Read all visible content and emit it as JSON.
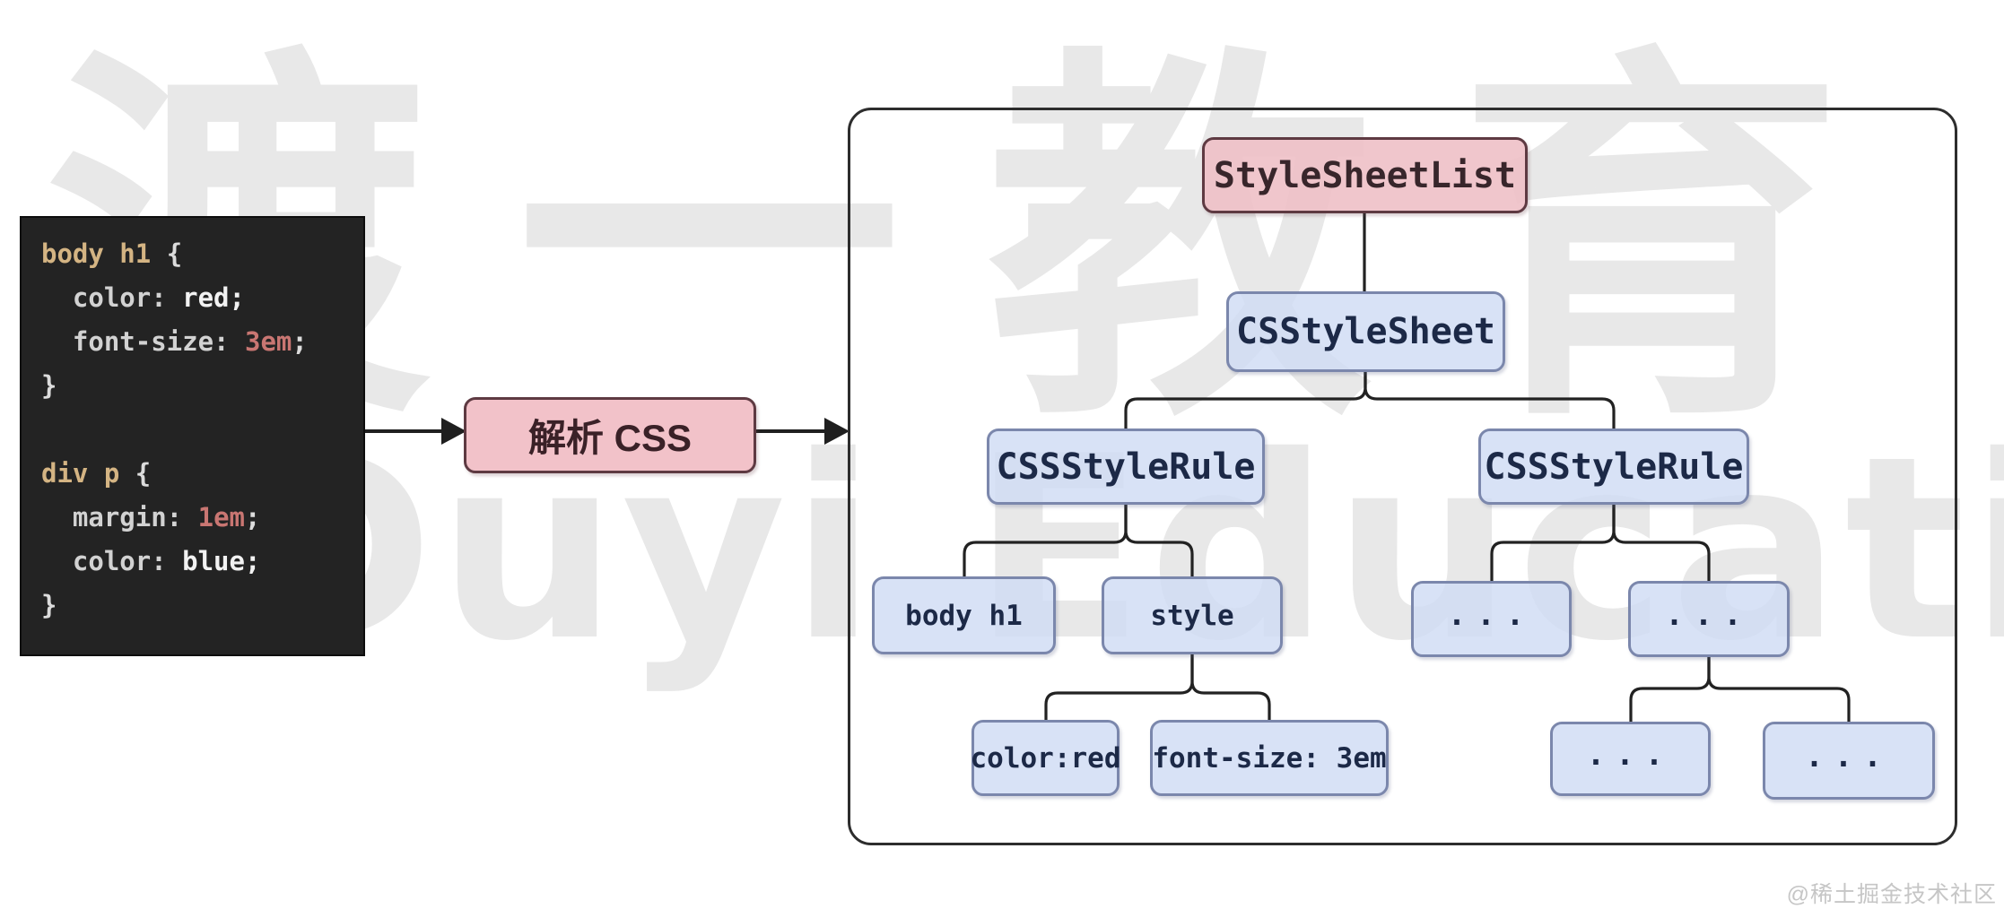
{
  "watermark": {
    "cjk_text": "渡一教育",
    "latin_text": "Duyi Education",
    "credit": "@稀土掘金技术社区",
    "color": "#e8e8e8"
  },
  "code_panel": {
    "background": "#232323",
    "lines": [
      {
        "parts": [
          {
            "text": "body h1 "
          },
          {
            "text": "{"
          }
        ]
      },
      {
        "parts": [
          {
            "text": "  color: "
          },
          {
            "text": "red;"
          }
        ]
      },
      {
        "parts": [
          {
            "text": "  font-size: "
          },
          {
            "text": "3em"
          },
          {
            "text": ";"
          }
        ]
      },
      {
        "parts": [
          {
            "text": "}"
          }
        ]
      },
      {
        "parts": [
          {
            "text": ""
          }
        ]
      },
      {
        "parts": [
          {
            "text": "div p "
          },
          {
            "text": "{"
          }
        ]
      },
      {
        "parts": [
          {
            "text": "  margin: "
          },
          {
            "text": "1em"
          },
          {
            "text": ";"
          }
        ]
      },
      {
        "parts": [
          {
            "text": "  color: "
          },
          {
            "text": "blue;"
          }
        ]
      },
      {
        "parts": [
          {
            "text": "}"
          }
        ]
      }
    ]
  },
  "parse_step": {
    "label": "解析 CSS",
    "fill": "#f0bac1",
    "border": "#5e3a42"
  },
  "tree": {
    "container_border": "#2d2d2d",
    "pink_fill": "#eebec5",
    "blue_fill": "#dce4f6",
    "blue_border": "#7b87ac",
    "nodes": [
      {
        "id": "stylesheetlist",
        "label": "StyleSheetList",
        "type": "pink"
      },
      {
        "id": "cssstylesheet",
        "label": "CSStyleSheet",
        "type": "blue"
      },
      {
        "id": "cssstylerule-left",
        "label": "CSSStyleRule",
        "type": "blue"
      },
      {
        "id": "cssstylerule-right",
        "label": "CSSStyleRule",
        "type": "blue"
      },
      {
        "id": "selector-body-h1",
        "label": "body h1",
        "type": "blue"
      },
      {
        "id": "style-node",
        "label": "style",
        "type": "blue"
      },
      {
        "id": "ellipsis-1",
        "label": "...",
        "type": "blue"
      },
      {
        "id": "ellipsis-2",
        "label": "...",
        "type": "blue"
      },
      {
        "id": "decl-color",
        "label": "color:red",
        "type": "blue"
      },
      {
        "id": "decl-font-size",
        "label": "font-size: 3em",
        "type": "blue"
      },
      {
        "id": "ellipsis-3",
        "label": "...",
        "type": "blue"
      },
      {
        "id": "ellipsis-4",
        "label": "...",
        "type": "blue"
      }
    ]
  }
}
